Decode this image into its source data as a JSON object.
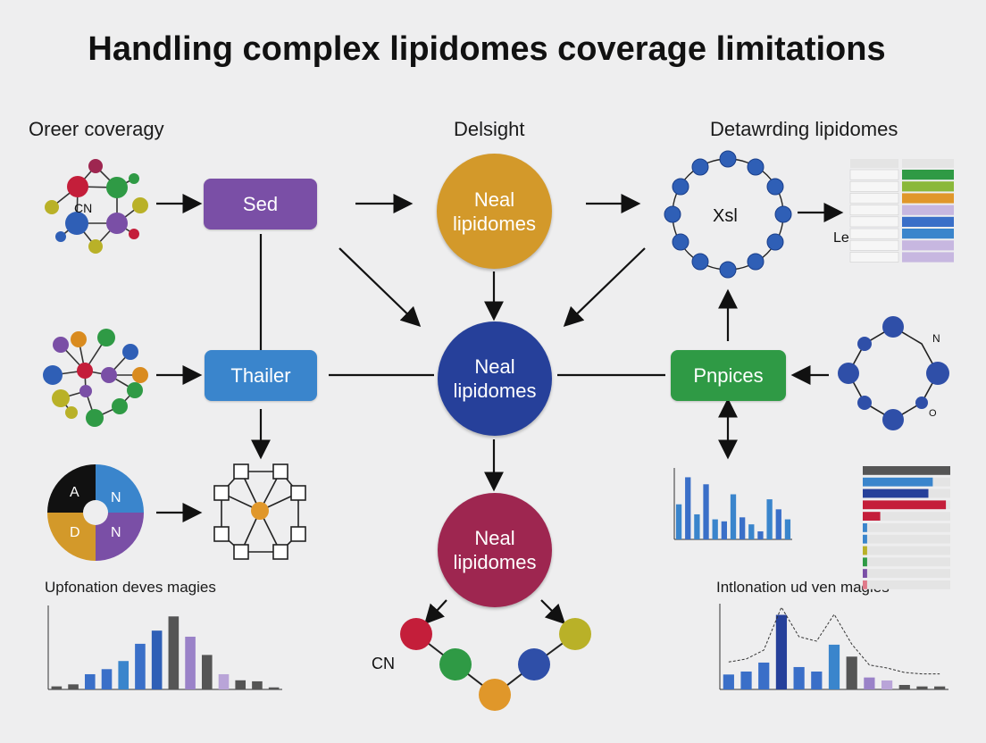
{
  "title": "Handling complex lipidomes coverage limitations",
  "sections": {
    "left": "Oreer coveragy",
    "center": "Delsight",
    "right": "Detawrding lipidomes"
  },
  "subsections": {
    "left_chart": "Upfonation deves magies",
    "right_chart": "Intlonation ud ven magies"
  },
  "nodes": {
    "sed": "Sed",
    "thailer": "Thailer",
    "pnpices": "Pnpices",
    "circle_top": {
      "line1": "Neal",
      "line2": "lipidomes"
    },
    "circle_mid": {
      "line1": "Neal",
      "line2": "lipidomes"
    },
    "circle_bottom": {
      "line1": "Neal",
      "line2": "lipidomes"
    }
  },
  "labels": {
    "cn_top": "CN",
    "cn_bottom": "CN",
    "ring_center": "Xsl",
    "ring_side": "Le",
    "pie": [
      "A",
      "N",
      "D",
      "N"
    ],
    "ring_n": "N",
    "ring_o": "O"
  },
  "colors": {
    "purple": "#7a4fa6",
    "blue_box": "#3a85cc",
    "green_box": "#2f9a45",
    "gold": "#d3992a",
    "navy": "#26409a",
    "crimson": "#9e2650"
  },
  "chart_data": [
    {
      "type": "bar",
      "values": [
        3,
        5,
        15,
        20,
        28,
        45,
        58,
        72,
        52,
        34,
        15,
        9,
        8,
        2
      ]
    },
    {
      "type": "bar",
      "values": [
        35,
        62,
        25,
        55,
        20,
        18,
        45,
        22,
        15,
        8,
        40,
        30,
        20
      ]
    },
    {
      "type": "bar",
      "values": [
        10,
        12,
        18,
        50,
        15,
        12,
        30,
        22,
        8,
        6,
        3,
        2,
        2
      ]
    }
  ]
}
